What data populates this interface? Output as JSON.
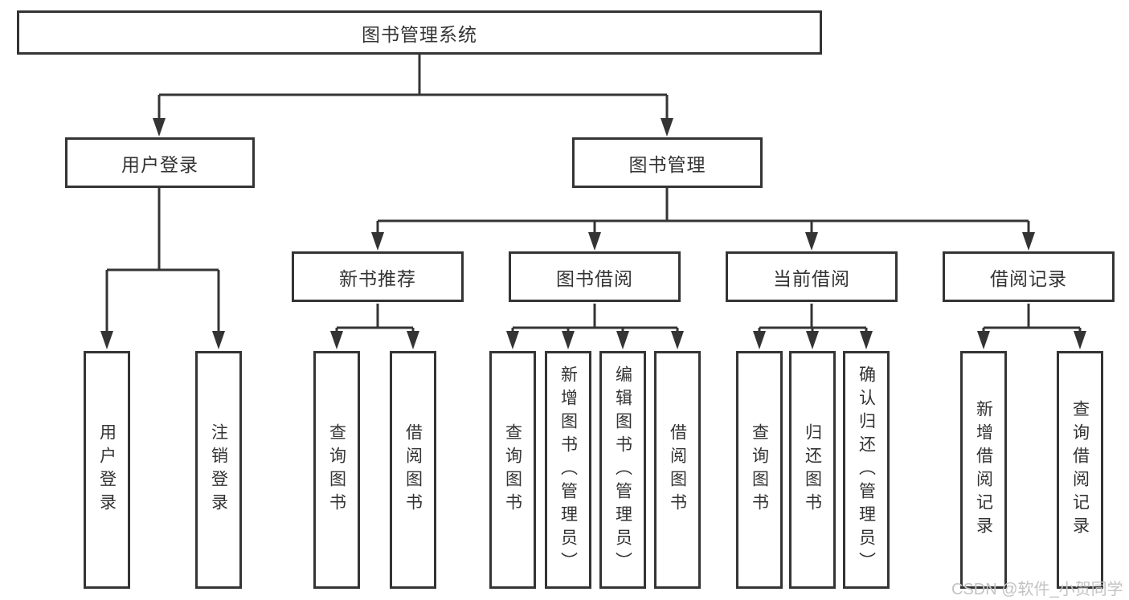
{
  "tree": {
    "label": "图书管理系统",
    "children": [
      {
        "label": "用户登录",
        "children": [
          {
            "label": "用户登录"
          },
          {
            "label": "注销登录"
          }
        ]
      },
      {
        "label": "图书管理",
        "children": [
          {
            "label": "新书推荐",
            "children": [
              {
                "label": "查询图书"
              },
              {
                "label": "借阅图书"
              }
            ]
          },
          {
            "label": "图书借阅",
            "children": [
              {
                "label": "查询图书"
              },
              {
                "label": "新增图书（管理员）"
              },
              {
                "label": "编辑图书（管理员）"
              },
              {
                "label": "借阅图书"
              }
            ]
          },
          {
            "label": "当前借阅",
            "children": [
              {
                "label": "查询图书"
              },
              {
                "label": "归还图书"
              },
              {
                "label": "确认归还（管理员）"
              }
            ]
          },
          {
            "label": "借阅记录",
            "children": [
              {
                "label": "新增借阅记录"
              },
              {
                "label": "查询借阅记录"
              }
            ]
          }
        ]
      }
    ]
  },
  "watermark": {
    "text": "CSDN @软件_小贺同学"
  },
  "colors": {
    "line": "#343434",
    "text": "#333333",
    "background": "#ffffff",
    "watermark": "#c3c3c3"
  }
}
